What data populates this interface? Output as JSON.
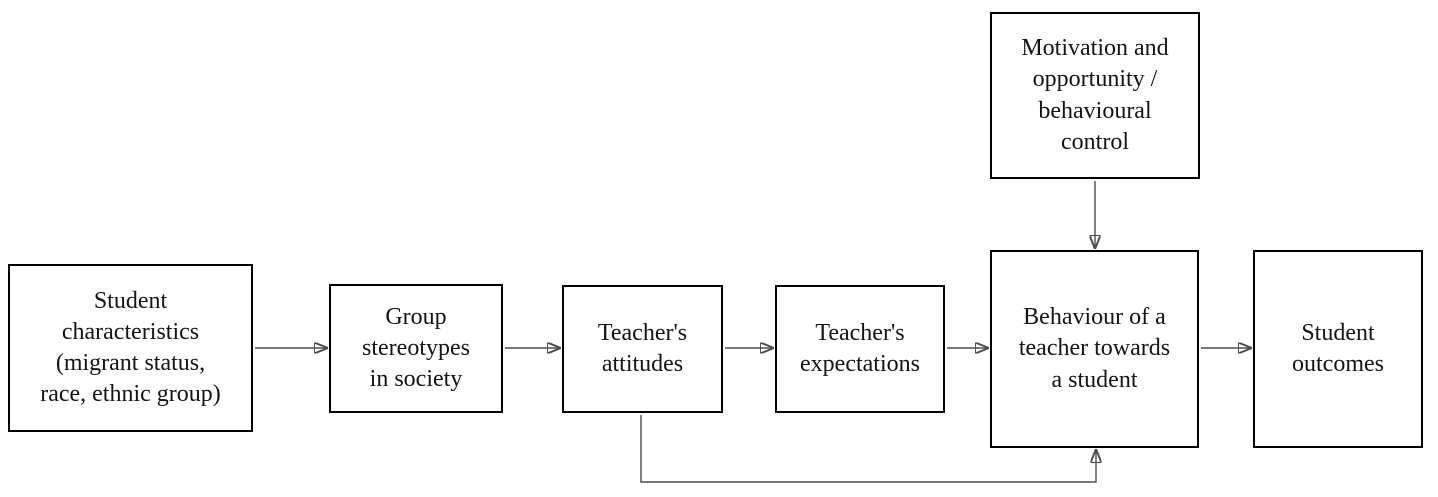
{
  "colors": {
    "background": "#ffffff",
    "box_border": "#000000",
    "box_fill": "#ffffff",
    "arrow_line": "#4d4d4d",
    "arrow_head": "#000000",
    "text": "#141414"
  },
  "diagram": {
    "nodes": {
      "student_characteristics": {
        "label": [
          "Student",
          "characteristics",
          "(migrant status,",
          "race, ethnic group)"
        ]
      },
      "group_stereotypes": {
        "label": [
          "Group",
          "stereotypes",
          "in society"
        ]
      },
      "teacher_attitudes": {
        "label": [
          "Teacher's",
          "attitudes"
        ]
      },
      "teacher_expectations": {
        "label": [
          "Teacher's",
          "expectations"
        ]
      },
      "motivation_opportunity": {
        "label": [
          "Motivation and",
          "opportunity /",
          "behavioural",
          "control"
        ]
      },
      "teacher_behaviour": {
        "label": [
          "Behaviour of a",
          "teacher towards",
          "a student"
        ]
      },
      "student_outcomes": {
        "label": [
          "Student",
          "outcomes"
        ]
      }
    },
    "edges": [
      {
        "from": "student_characteristics",
        "to": "group_stereotypes"
      },
      {
        "from": "group_stereotypes",
        "to": "teacher_attitudes"
      },
      {
        "from": "teacher_attitudes",
        "to": "teacher_expectations"
      },
      {
        "from": "teacher_expectations",
        "to": "teacher_behaviour"
      },
      {
        "from": "teacher_behaviour",
        "to": "student_outcomes"
      },
      {
        "from": "motivation_opportunity",
        "to": "teacher_behaviour"
      },
      {
        "from": "teacher_attitudes",
        "to": "teacher_behaviour",
        "route": "bottom-bypass"
      }
    ]
  }
}
